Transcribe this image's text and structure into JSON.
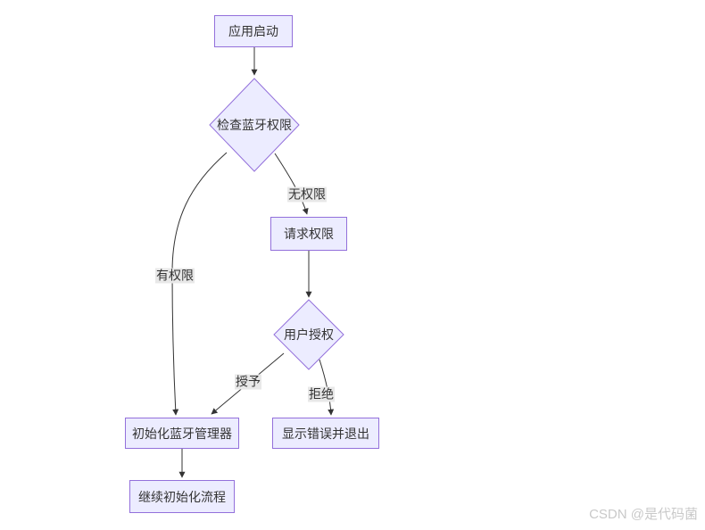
{
  "diagram": {
    "type": "flowchart",
    "nodes": {
      "app_start": {
        "label": "应用启动",
        "shape": "rect"
      },
      "check_permission": {
        "label": "检查蓝牙权限",
        "shape": "diamond"
      },
      "request_permission": {
        "label": "请求权限",
        "shape": "rect"
      },
      "user_authorize": {
        "label": "用户授权",
        "shape": "diamond"
      },
      "init_manager": {
        "label": "初始化蓝牙管理器",
        "shape": "rect"
      },
      "show_error": {
        "label": "显示错误并退出",
        "shape": "rect"
      },
      "continue_init": {
        "label": "继续初始化流程",
        "shape": "rect"
      }
    },
    "edges": [
      {
        "from": "app_start",
        "to": "check_permission",
        "label": ""
      },
      {
        "from": "check_permission",
        "to": "request_permission",
        "label": "无权限"
      },
      {
        "from": "check_permission",
        "to": "init_manager",
        "label": "有权限"
      },
      {
        "from": "request_permission",
        "to": "user_authorize",
        "label": ""
      },
      {
        "from": "user_authorize",
        "to": "init_manager",
        "label": "授予"
      },
      {
        "from": "user_authorize",
        "to": "show_error",
        "label": "拒绝"
      },
      {
        "from": "init_manager",
        "to": "continue_init",
        "label": ""
      }
    ],
    "colors": {
      "background": "#ffffff",
      "node_fill": "#ececff",
      "node_border": "#9370db",
      "edge_line": "#333333",
      "edge_label_bg": "#e8e8e8",
      "text": "#333333",
      "watermark": "#c9c9c9"
    }
  },
  "watermark": {
    "text": "CSDN @是代码菌"
  }
}
